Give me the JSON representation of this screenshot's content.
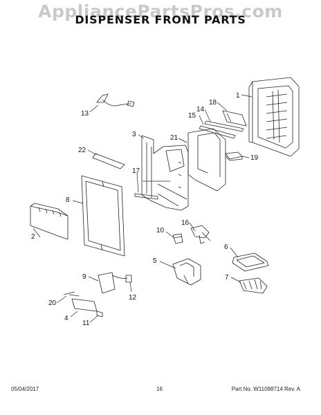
{
  "watermark": "AppliancePartsPros.com",
  "title": "DISPENSER FRONT PARTS",
  "callouts": [
    "1",
    "2",
    "3",
    "4",
    "5",
    "6",
    "7",
    "8",
    "9",
    "10",
    "11",
    "12",
    "13",
    "14",
    "15",
    "16",
    "17",
    "18",
    "19",
    "20",
    "21",
    "22"
  ],
  "footer": {
    "date": "05/04/2017",
    "page": "16",
    "part": "Part No. W11098714  Rev. A"
  }
}
